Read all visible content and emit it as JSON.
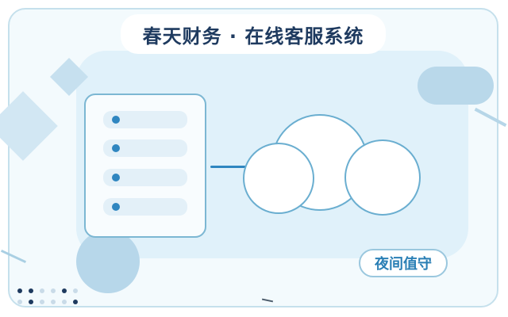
{
  "header": {
    "title": "春天财务 · 在线客服系统"
  },
  "list_card": {
    "items": [
      {
        "label": ""
      },
      {
        "label": ""
      },
      {
        "label": ""
      },
      {
        "label": ""
      }
    ]
  },
  "badge": {
    "label": "夜间值守"
  },
  "colors": {
    "accent": "#2f86c0",
    "title_text": "#1e3a5f",
    "badge_text": "#2a7fb5",
    "panel_bg": "#e0f1fa",
    "frame_border": "#c5e0ec"
  },
  "icons": [
    "list-bullet-icon",
    "cloud-icon",
    "diamond-decoration",
    "dot-grid-decoration"
  ]
}
